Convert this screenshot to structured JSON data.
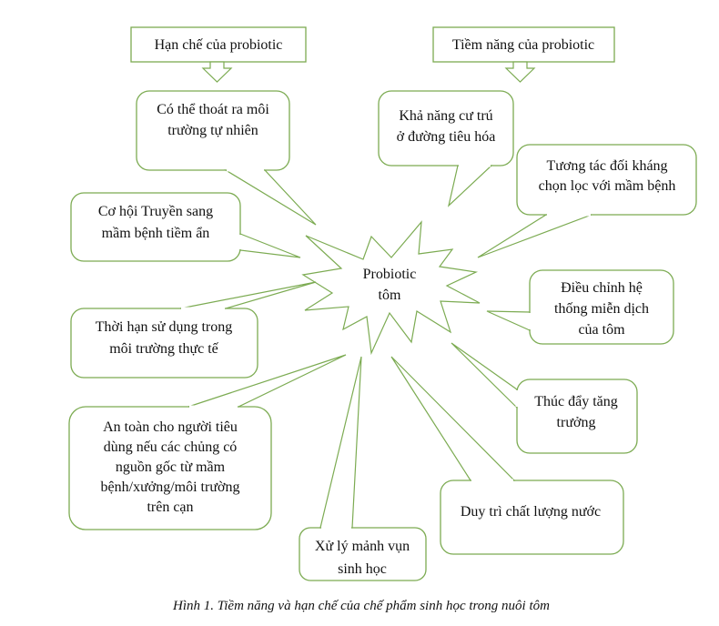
{
  "headers": {
    "limitations": "Hạn chế của probiotic",
    "potentials": "Tiềm năng của probiotic"
  },
  "center": {
    "lines": [
      "Probiotic",
      "tôm"
    ]
  },
  "limitations": [
    {
      "lines": [
        "Có thể thoát ra môi",
        "trường tự nhiên"
      ]
    },
    {
      "lines": [
        "Cơ hội Truyền sang",
        "mầm bệnh tiềm ẩn"
      ]
    },
    {
      "lines": [
        "Thời hạn sử dụng trong",
        "môi trường thực tế"
      ]
    },
    {
      "lines": [
        "An toàn cho người tiêu",
        "dùng nếu các chủng có",
        "nguồn gốc từ mầm",
        "bệnh/xưởng/môi trường",
        "trên cạn"
      ]
    }
  ],
  "potentials": [
    {
      "lines": [
        "Khả năng cư trú",
        "ở đường tiêu hóa"
      ]
    },
    {
      "lines": [
        "Tương tác đối kháng",
        "chọn lọc với mầm bệnh"
      ]
    },
    {
      "lines": [
        "Điều chỉnh hệ",
        "thống miễn dịch",
        "của tôm"
      ]
    },
    {
      "lines": [
        "Thúc đẩy tăng",
        "trưởng"
      ]
    },
    {
      "lines": [
        "Duy trì chất lượng nước"
      ]
    },
    {
      "lines": [
        "Xử lý mảnh vụn",
        "sinh học"
      ]
    }
  ],
  "caption": "Hình 1. Tiềm năng và hạn chế của chế phẩm sinh học trong nuôi tôm",
  "colors": {
    "stroke": "#7cab52",
    "text": "#111111"
  }
}
